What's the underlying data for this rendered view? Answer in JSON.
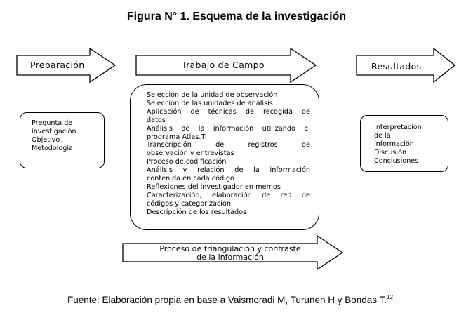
{
  "title": "Figura N° 1. Esquema de la investigación",
  "arrows": {
    "preparacion": "Preparación",
    "trabajo_campo": "Trabajo de Campo",
    "resultados": "Resultados"
  },
  "preparacion_box": [
    "Pregunta de",
    "investigación",
    "Objetivo",
    "Metodología"
  ],
  "trabajo_campo_box": [
    "Selección de la unidad de observación",
    "Selección de las unidades de análisis",
    "Aplicación de técnicas de recogida de",
    "datos",
    "Análisis de la información utilizando el",
    "programa Atlas.Ti",
    "Transcripción de registros de",
    "observación y entrevistas",
    "Proceso de codificación",
    "Análisis y relación de la información",
    "contenida en cada código",
    "Reflexiones del investigador en memos",
    "Caracterización, elaboración de red de",
    "códigos y categorización",
    "Descripción de los resultados"
  ],
  "resultados_box": [
    "Interpretación",
    "de la",
    "información",
    "Discusión",
    "Conclusiones"
  ],
  "triangulacion": {
    "line1": "Proceso de triangulación y contraste",
    "line2": "de la información"
  },
  "source": {
    "text": "Fuente: Elaboración propia en base a Vaismoradi M, Turunen H y Bondas T.",
    "ref": "12"
  }
}
